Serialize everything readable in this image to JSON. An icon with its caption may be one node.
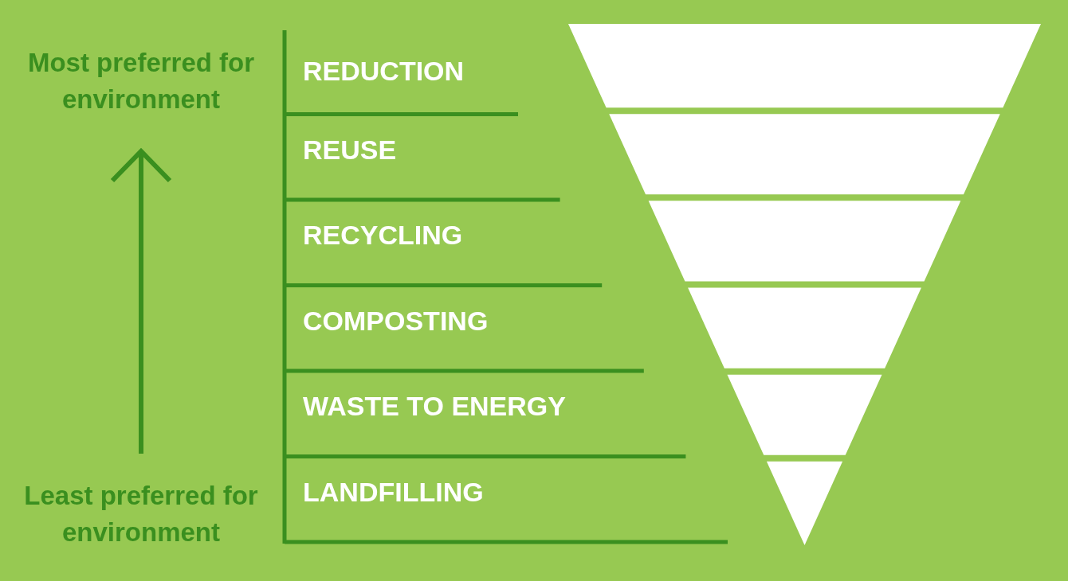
{
  "diagram": {
    "labels": [
      "Most preferred for environment",
      "Least preferred for environment",
      "REDUCTION",
      "REUSE",
      "RECYCLING",
      "COMPOSTING",
      "WASTE TO ENERGY",
      "LANDFILLING"
    ]
  }
}
